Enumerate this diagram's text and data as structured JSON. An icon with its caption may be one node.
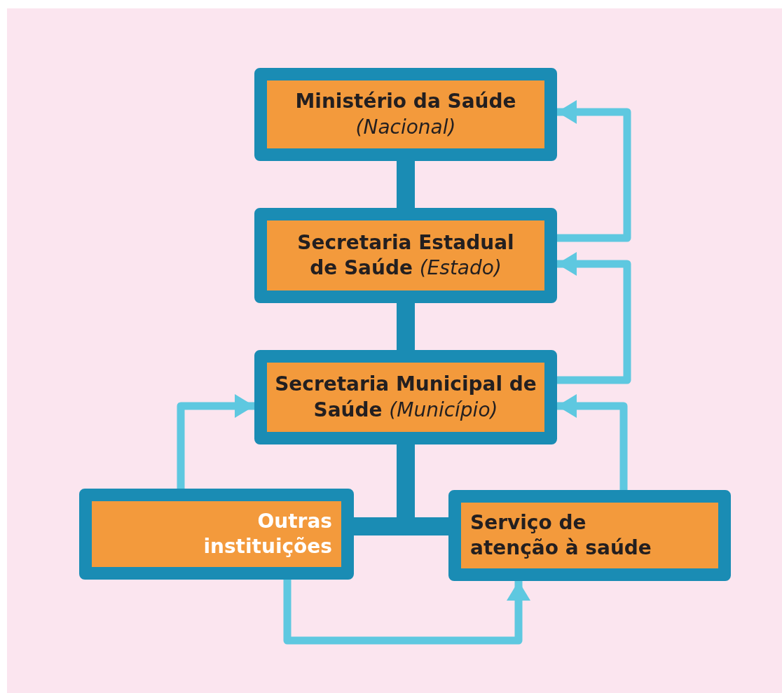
{
  "diagram": {
    "nodes": [
      {
        "text": [
          "Ministério da Saúde",
          "(Nacional)"
        ]
      },
      {
        "text": [
          "Secretaria Estadual de Saúde *(Estado)*"
        ]
      },
      {
        "text": [
          "Secretaria Municipal de Saúde *(Município)*"
        ]
      },
      {
        "text": [
          "Outras instituições"
        ]
      },
      {
        "text": [
          "Serviço de atenção à saúde"
        ]
      }
    ],
    "edges": [
      {
        "from": 0,
        "to": 1,
        "arrow": "none",
        "style": "thick",
        "color": "#1a8cb4"
      },
      {
        "from": 1,
        "to": 2,
        "arrow": "none",
        "style": "thick",
        "color": "#1a8cb4"
      },
      {
        "from": 2,
        "to": 3,
        "arrow": "none",
        "style": "thick",
        "color": "#1a8cb4"
      },
      {
        "from": 2,
        "to": 4,
        "arrow": "none",
        "style": "thick",
        "color": "#1a8cb4"
      },
      {
        "from": 1,
        "to": 0,
        "arrow": "to"
      },
      {
        "from": 2,
        "to": 1,
        "arrow": "to"
      },
      {
        "from": 4,
        "to": 2,
        "arrow": "to"
      },
      {
        "from": 3,
        "to": 2,
        "arrow": "to"
      },
      {
        "from": 3,
        "to": 4,
        "arrow": "to"
      }
    ]
  }
}
